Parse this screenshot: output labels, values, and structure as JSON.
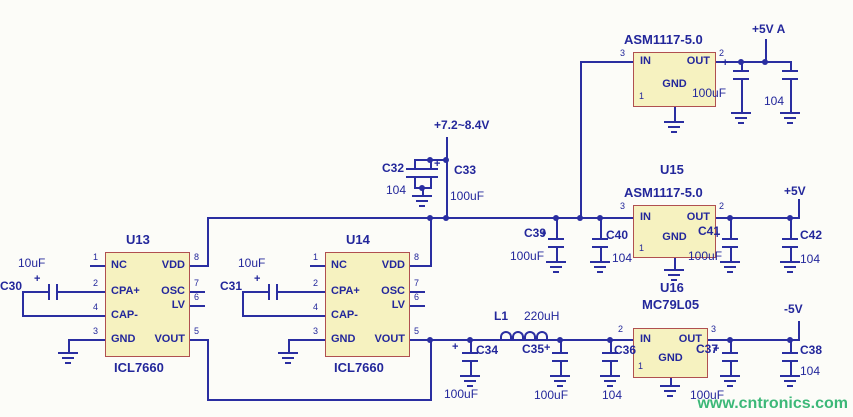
{
  "watermark": "www.cntronics.com",
  "symbols": {
    "plus": "+"
  },
  "nets": {
    "vin": "+7.2~8.4V",
    "v5a": "+5V A",
    "v5": "+5V",
    "vn5": "-5V"
  },
  "ics": {
    "u13": {
      "ref": "U13",
      "part": "ICL7660",
      "pins": {
        "nc": {
          "num": "1",
          "label": "NC"
        },
        "cpa": {
          "num": "2",
          "label": "CPA+"
        },
        "capm": {
          "num": "4",
          "label": "CAP-"
        },
        "gnd": {
          "num": "3",
          "label": "GND"
        },
        "vdd": {
          "num": "8",
          "label": "VDD"
        },
        "osc": {
          "num": "7",
          "label": "OSC"
        },
        "lv": {
          "num": "6",
          "label": "LV"
        },
        "vout": {
          "num": "5",
          "label": "VOUT"
        }
      }
    },
    "u14": {
      "ref": "U14",
      "part": "ICL7660",
      "pins": {
        "nc": {
          "num": "1",
          "label": "NC"
        },
        "cpa": {
          "num": "2",
          "label": "CPA+"
        },
        "capm": {
          "num": "4",
          "label": "CAP-"
        },
        "gnd": {
          "num": "3",
          "label": "GND"
        },
        "vdd": {
          "num": "8",
          "label": "VDD"
        },
        "osc": {
          "num": "7",
          "label": "OSC"
        },
        "lv": {
          "num": "6",
          "label": "LV"
        },
        "vout": {
          "num": "5",
          "label": "VOUT"
        }
      }
    },
    "reg_top": {
      "part": "ASM1117-5.0",
      "pins": {
        "in": {
          "num": "3",
          "label": "IN"
        },
        "out": {
          "num": "2",
          "label": "OUT"
        },
        "gnd": {
          "num": "1",
          "label": "GND"
        }
      }
    },
    "u15": {
      "ref": "U15",
      "part": "ASM1117-5.0",
      "pins": {
        "in": {
          "num": "3",
          "label": "IN"
        },
        "out": {
          "num": "2",
          "label": "OUT"
        },
        "gnd": {
          "num": "1",
          "label": "GND"
        }
      }
    },
    "u16": {
      "ref": "U16",
      "part": "MC79L05",
      "pins": {
        "in": {
          "num": "2",
          "label": "IN"
        },
        "out": {
          "num": "3",
          "label": "OUT"
        },
        "gnd": {
          "num": "1",
          "label": "GND"
        }
      }
    }
  },
  "capacitors": {
    "c30": {
      "ref": "C30",
      "value": "10uF"
    },
    "c31": {
      "ref": "C31",
      "value": "10uF"
    },
    "c32": {
      "ref": "C32",
      "value": "104"
    },
    "c33": {
      "ref": "C33",
      "value": "100uF"
    },
    "c34": {
      "ref": "C34",
      "value": "100uF"
    },
    "c35": {
      "ref": "C35",
      "value": "100uF"
    },
    "c36": {
      "ref": "C36",
      "value": "104"
    },
    "c37": {
      "ref": "C37",
      "value": "100uF"
    },
    "c38": {
      "ref": "C38",
      "value": "104"
    },
    "c39": {
      "ref": "C39",
      "value": "100uF"
    },
    "c40": {
      "ref": "C40",
      "value": "104"
    },
    "c41": {
      "ref": "C41",
      "value": "100uF"
    },
    "c42": {
      "ref": "C42",
      "value": "104"
    },
    "c_top_bulk": {
      "value": "100uF"
    },
    "c_top_bypass": {
      "value": "104"
    }
  },
  "inductor": {
    "ref": "L1",
    "value": "220uH"
  }
}
